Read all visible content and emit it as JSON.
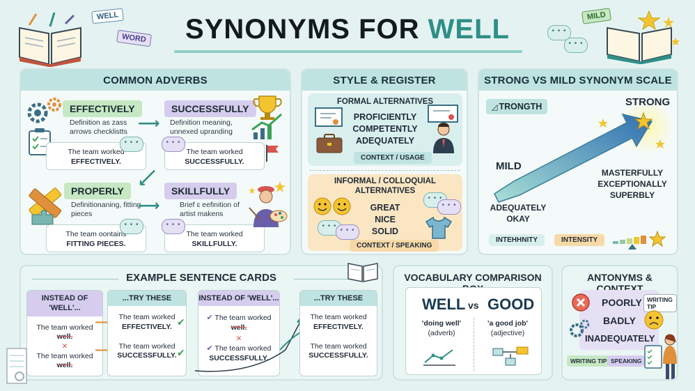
{
  "title": {
    "main": "SYNONYMS FOR",
    "accent": "WELL"
  },
  "decor": {
    "tag_well": "WELL",
    "tag_word": "WORD",
    "tag_mild": "MILD"
  },
  "common_adverbs": {
    "heading": "COMMON ADVERBS",
    "items": [
      {
        "word": "EFFECTIVELY",
        "definition": "Definition as zass arrows checklistts",
        "example_pre": "The team worked",
        "example_word": "EFFECTIVELY."
      },
      {
        "word": "SUCCESSFULLY",
        "definition": "Definition meaning, unnexed upranding",
        "example_pre": "The team worked",
        "example_word": "SUCCESSFULLY."
      },
      {
        "word": "PROPERLY",
        "definition": "Definitionaning, fitting pieces",
        "example_pre": "The team oontains",
        "example_word": "FITTING PIECES."
      },
      {
        "word": "SKILLFULLY",
        "definition": "Brief ɛ eefinition of artist makens",
        "example_pre": "The team worked",
        "example_word": "SKILLFULLY."
      }
    ]
  },
  "style_register": {
    "heading": "STYLE & REGISTER",
    "formal": {
      "label": "FORMAL ALTERNATIVES",
      "words": [
        "PROFICIENTLY",
        "COMPETENTLY",
        "ADEQUATELY"
      ],
      "tag": "CONTEXT / USAGE"
    },
    "informal": {
      "label": "INFORMAL / COLLOQUIAL ALTERNATIVES",
      "words": [
        "GREAT",
        "NICE",
        "SOLID"
      ],
      "tag": "CONTEXT / SPEAKING"
    }
  },
  "scale": {
    "heading": "STRONG VS MILD SYNONYM SCALE",
    "strength_chip": "TRONGTH",
    "strong_label": "STRONG",
    "mild_label": "MILD",
    "strong_words": [
      "MASTERFULLY",
      "EXCEPTIONALLY",
      "SUPERBLY"
    ],
    "mild_words": [
      "ADEQUATELY",
      "OKAY"
    ],
    "tag_left": "INTEHHNITY",
    "tag_right": "INTENSITY"
  },
  "examples": {
    "heading": "EXAMPLE SENTENCE CARDS",
    "cards": [
      {
        "header": "INSTEAD OF 'WELL'...",
        "lines": [
          {
            "pre": "The team worked",
            "word": "well."
          },
          {
            "pre": "The team worked",
            "word": "well."
          }
        ]
      },
      {
        "header": "...TRY THESE",
        "lines": [
          {
            "pre": "The team worked",
            "word": "EFFECTIVELY."
          },
          {
            "pre": "The team worked",
            "word": "SUCCESSFULLY."
          }
        ]
      },
      {
        "header": "INSTEAD OF 'WELL'...",
        "lines": [
          {
            "pre": "The team worked",
            "word": "well."
          },
          {
            "pre": "The team worked",
            "word": "SUCCESSFULLY."
          }
        ]
      },
      {
        "header": "...TRY THESE",
        "lines": [
          {
            "pre": "The team worked",
            "word": "EFFECTIVELY."
          },
          {
            "pre": "The team worked",
            "word": "SUCCESSFULLY."
          }
        ]
      }
    ]
  },
  "comparison": {
    "heading": "VOCABULARY COMPARISON BOX",
    "left_word": "WELL",
    "vs": "vs",
    "right_word": "GOOD",
    "left_example": "'doing well'",
    "left_pos": "(adverb)",
    "right_example": "'a good job'",
    "right_pos": "(adjective)"
  },
  "antonyms": {
    "heading": "ANTONYMS & CONTEXT",
    "words": [
      "POORLY",
      "BADLY",
      "INADEQUATELY"
    ],
    "tip_top": "WRITING TIP",
    "tip_bottom_left": "WRITING TIP",
    "tip_bottom_right": "SPEAKING"
  },
  "colors": {
    "accent": "#2f8f88",
    "panel_head": "#bfe3e0",
    "green_chip": "#c6e8c3",
    "purple_chip": "#d6cdee",
    "orange_panel": "#fbe6c4"
  }
}
